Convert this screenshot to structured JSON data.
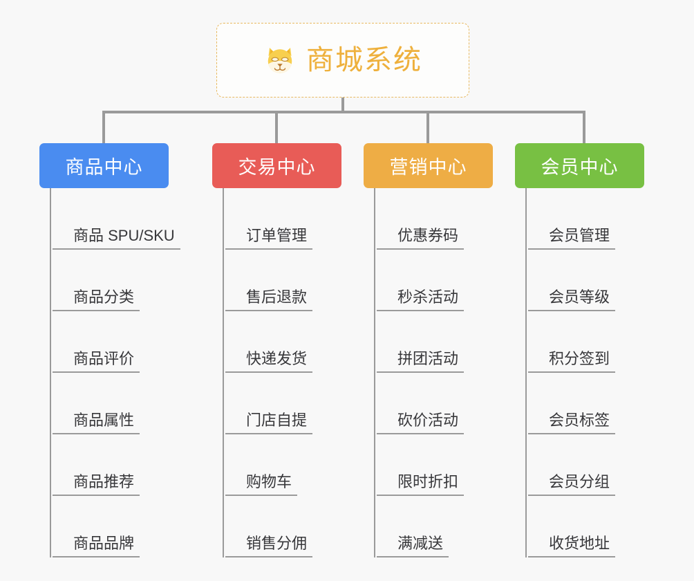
{
  "root": {
    "title": "商城系统",
    "icon": "shiba-inu-emoji",
    "text_color": "#eeb03c",
    "border_color": "#e8b95f"
  },
  "connector_color": "#9a9a9a",
  "background": "#f8f8f8",
  "branches": [
    {
      "label": "商品中心",
      "color": "#4a8cf0",
      "items": [
        {
          "label": "商品 SPU/SKU"
        },
        {
          "label": "商品分类"
        },
        {
          "label": "商品评价"
        },
        {
          "label": "商品属性"
        },
        {
          "label": "商品推荐"
        },
        {
          "label": "商品品牌"
        }
      ]
    },
    {
      "label": "交易中心",
      "color": "#e85c57",
      "items": [
        {
          "label": "订单管理"
        },
        {
          "label": "售后退款"
        },
        {
          "label": "快递发货"
        },
        {
          "label": "门店自提"
        },
        {
          "label": "购物车"
        },
        {
          "label": "销售分佣"
        }
      ]
    },
    {
      "label": "营销中心",
      "color": "#eead45",
      "items": [
        {
          "label": "优惠券码"
        },
        {
          "label": "秒杀活动"
        },
        {
          "label": "拼团活动"
        },
        {
          "label": "砍价活动"
        },
        {
          "label": "限时折扣"
        },
        {
          "label": "满减送"
        }
      ]
    },
    {
      "label": "会员中心",
      "color": "#78c043",
      "items": [
        {
          "label": "会员管理"
        },
        {
          "label": "会员等级"
        },
        {
          "label": "积分签到"
        },
        {
          "label": "会员标签"
        },
        {
          "label": "会员分组"
        },
        {
          "label": "收货地址"
        }
      ]
    }
  ]
}
